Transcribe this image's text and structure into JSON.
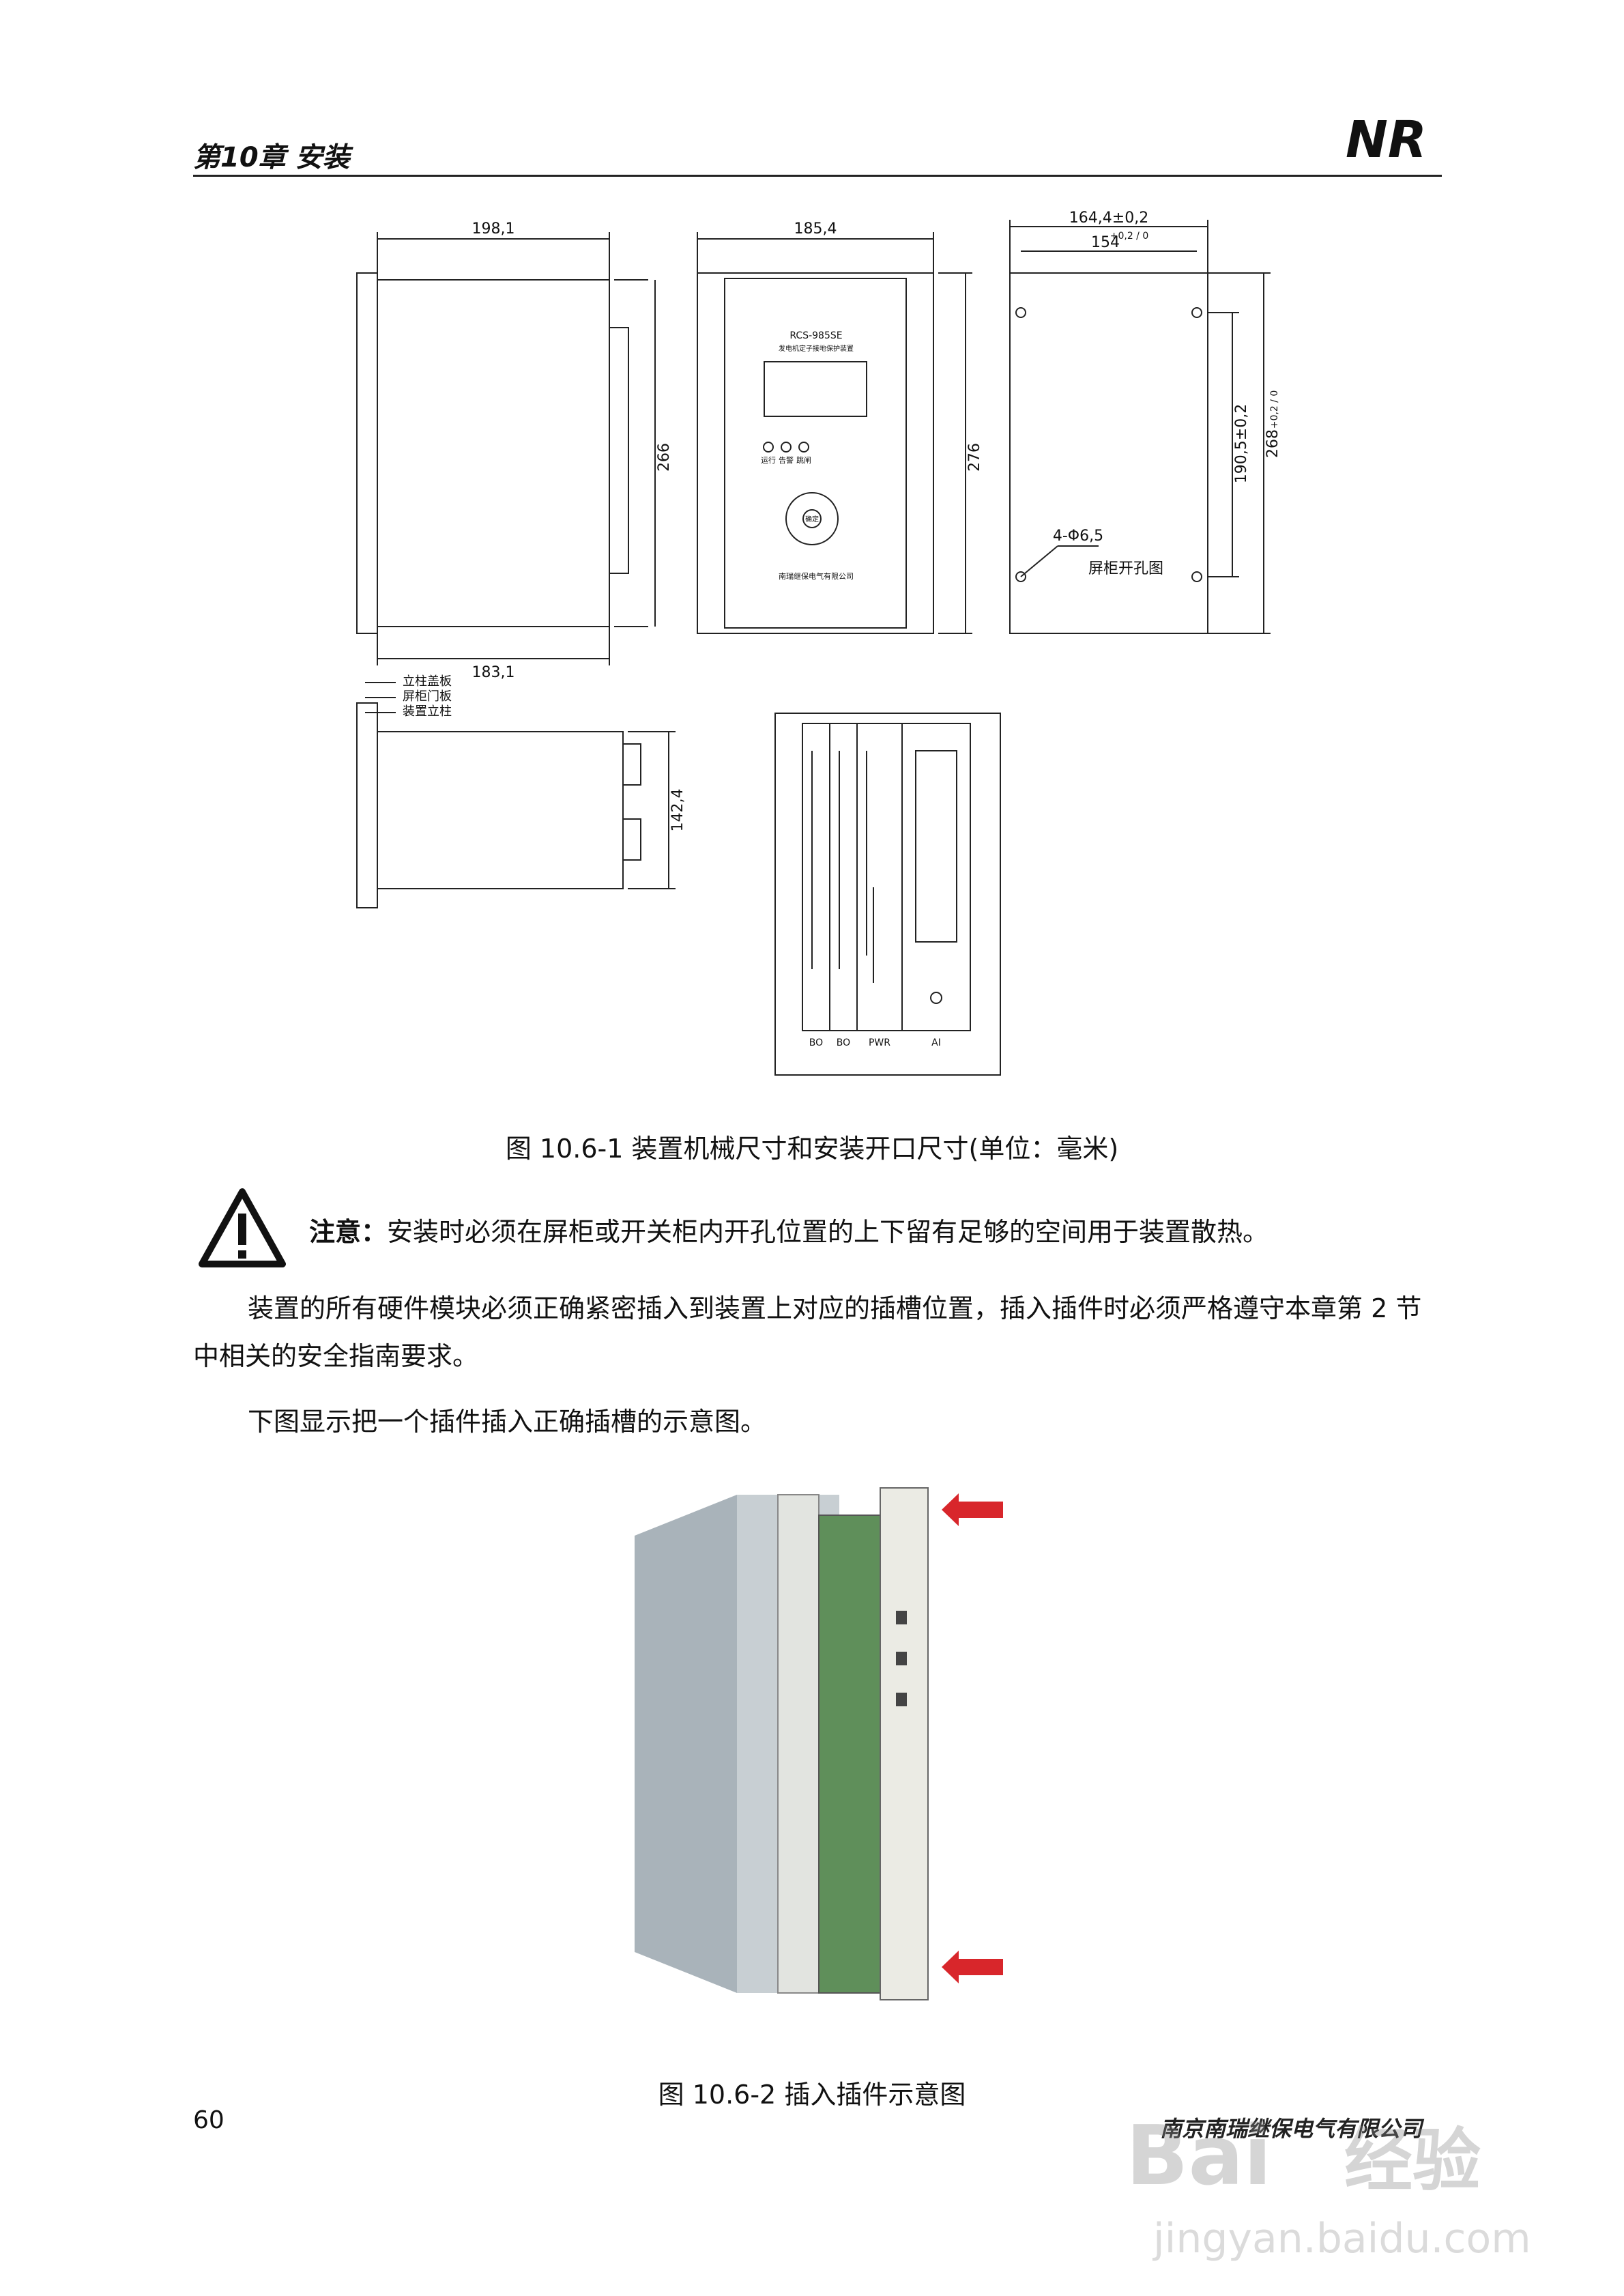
{
  "header": {
    "chapter_title": "第10章 安装",
    "logo_text": "NR"
  },
  "drawing": {
    "dims_side": {
      "top": "198,1",
      "height": "266",
      "bottom": "183,1"
    },
    "dims_front": {
      "top": "185,4",
      "height": "276"
    },
    "dims_cutout": {
      "outer_width": "164,4±0,2",
      "inner_width": "154",
      "inner_width_tol": "+0,2 / 0",
      "inner_height": "190,5±0,2",
      "outer_height": "268",
      "outer_height_tol": "+0,2 / 0",
      "holes": "4-Φ6,5",
      "cutout_label": "屏柜开孔图"
    },
    "front_panel": {
      "model": "RCS-985SE",
      "subtitle": "发电机定子接地保护装置",
      "led_labels": [
        "运行",
        "告警",
        "跳闸"
      ],
      "key_center": "确定",
      "manufacturer": "南瑞继保电气有限公司"
    },
    "mount_labels": [
      "立柱盖板",
      "屏柜门板",
      "装置立柱"
    ],
    "depth": "142,4",
    "rear_slots": [
      "BO",
      "BO",
      "PWR",
      "AI"
    ]
  },
  "caption1": "图 10.6-1 装置机械尺寸和安装开口尺寸(单位：毫米)",
  "note": {
    "label": "注意：",
    "text": "安装时必须在屏柜或开关柜内开孔位置的上下留有足够的空间用于装置散热。"
  },
  "paragraph1": "装置的所有硬件模块必须正确紧密插入到装置上对应的插槽位置，插入插件时必须严格遵守本章第 2 节中相关的安全指南要求。",
  "paragraph2": "下图显示把一个插件插入正确插槽的示意图。",
  "caption2": "图 10.6-2 插入插件示意图",
  "footer": {
    "page_number": "60",
    "company": "南京南瑞继保电气有限公司"
  },
  "watermark": {
    "brand": "Bai",
    "brand_suffix": "经验",
    "url": "jingyan.baidu.com"
  },
  "colors": {
    "arrow": "#d8262b",
    "line": "#222222"
  }
}
